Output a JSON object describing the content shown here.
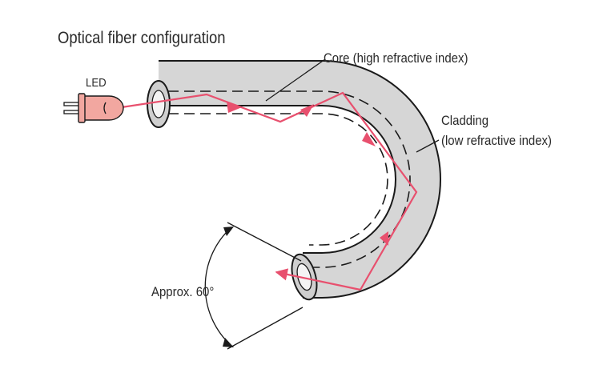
{
  "title": "Optical fiber configuration",
  "labels": {
    "led": "LED",
    "core": "Core (high refractive index)",
    "cladding_line1": "Cladding",
    "cladding_line2": "(low refractive index)",
    "angle": "Approx. 60°"
  },
  "colors": {
    "light_ray": "#e8506e",
    "fiber_fill": "#d6d6d6",
    "fiber_outline": "#1a1a1a",
    "led_body": "#f2a7a0",
    "text": "#2a2a2a"
  },
  "icons": [
    "led-icon",
    "arrow-icon"
  ]
}
